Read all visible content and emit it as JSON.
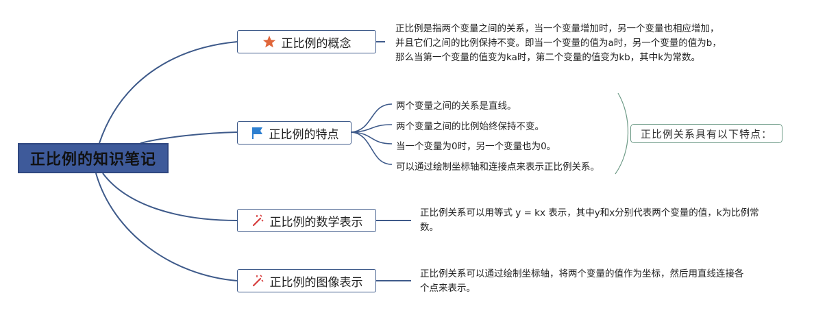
{
  "root": {
    "title": "正比例的知识笔记"
  },
  "topics": [
    {
      "label": "正比例的概念",
      "icon": "star-icon",
      "desc": [
        "正比例是指两个变量之间的关系，当一个变量增加时，另一个变量也相应增加，",
        "并且它们之间的比例保持不变。即当一个变量的值为a时，另一个变量的值为b，",
        "那么当第一个变量的值变为ka时，第二个变量的值变为kb，其中k为常数。"
      ]
    },
    {
      "label": "正比例的特点",
      "icon": "flag-icon",
      "subs": [
        "两个变量之间的关系是直线。",
        "两个变量之间的比例始终保持不变。",
        "当一个变量为0时，另一个变量也为0。",
        "可以通过绘制坐标轴和连接点来表示正比例关系。"
      ],
      "summary": "正比例关系具有以下特点："
    },
    {
      "label": "正比例的数学表示",
      "icon": "magic-wand-icon",
      "desc": [
        "正比例关系可以用等式 y = kx 表示，其中y和x分别代表两个变量的值，k为比例常",
        "数。"
      ]
    },
    {
      "label": "正比例的图像表示",
      "icon": "magic-wand-icon",
      "desc": [
        "正比例关系可以通过绘制坐标轴，将两个变量的值作为坐标，然后用直线连接各",
        "个点来表示。"
      ]
    }
  ],
  "colors": {
    "line": "#3e5a8a",
    "root_fill": "#3e5a9a",
    "star": "#e0663a",
    "flag": "#2d7fd0",
    "wand": "#d63b3b",
    "callout_border": "#6d9a86"
  }
}
